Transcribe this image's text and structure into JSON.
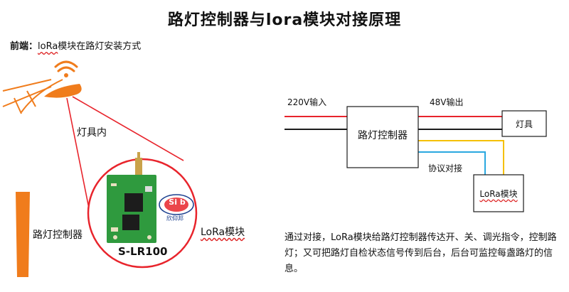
{
  "title": "路灯控制器与lora模块对接原理",
  "front": {
    "prefix": "前端：",
    "lora": "loRa",
    "rest": "模块在路灯安装方式"
  },
  "left_labels": {
    "lamp_inner": "灯具内",
    "controller": "路灯控制器",
    "lora_module": "LoRa模块",
    "model": "S-LR100",
    "brand_logo": "Si b",
    "brand_cn": "欣仰邦"
  },
  "diagram": {
    "input": "220V输入",
    "output": "48V输出",
    "controller": "路灯控制器",
    "lamp": "灯具",
    "protocol": "协议对接",
    "lora_module": "LoRa模块"
  },
  "description": "通过对接，LoRa模块给路灯控制器传达开、关、调光指令，控制路灯；又可把路灯自检状态信号传到后台，后台可监控每盏路灯的信息。",
  "colors": {
    "orange": "#f07c1c",
    "red_line": "#e8242c",
    "yellow": "#f5c000",
    "blue": "#2aa8e0",
    "pcb_green": "#2f9a3e"
  }
}
